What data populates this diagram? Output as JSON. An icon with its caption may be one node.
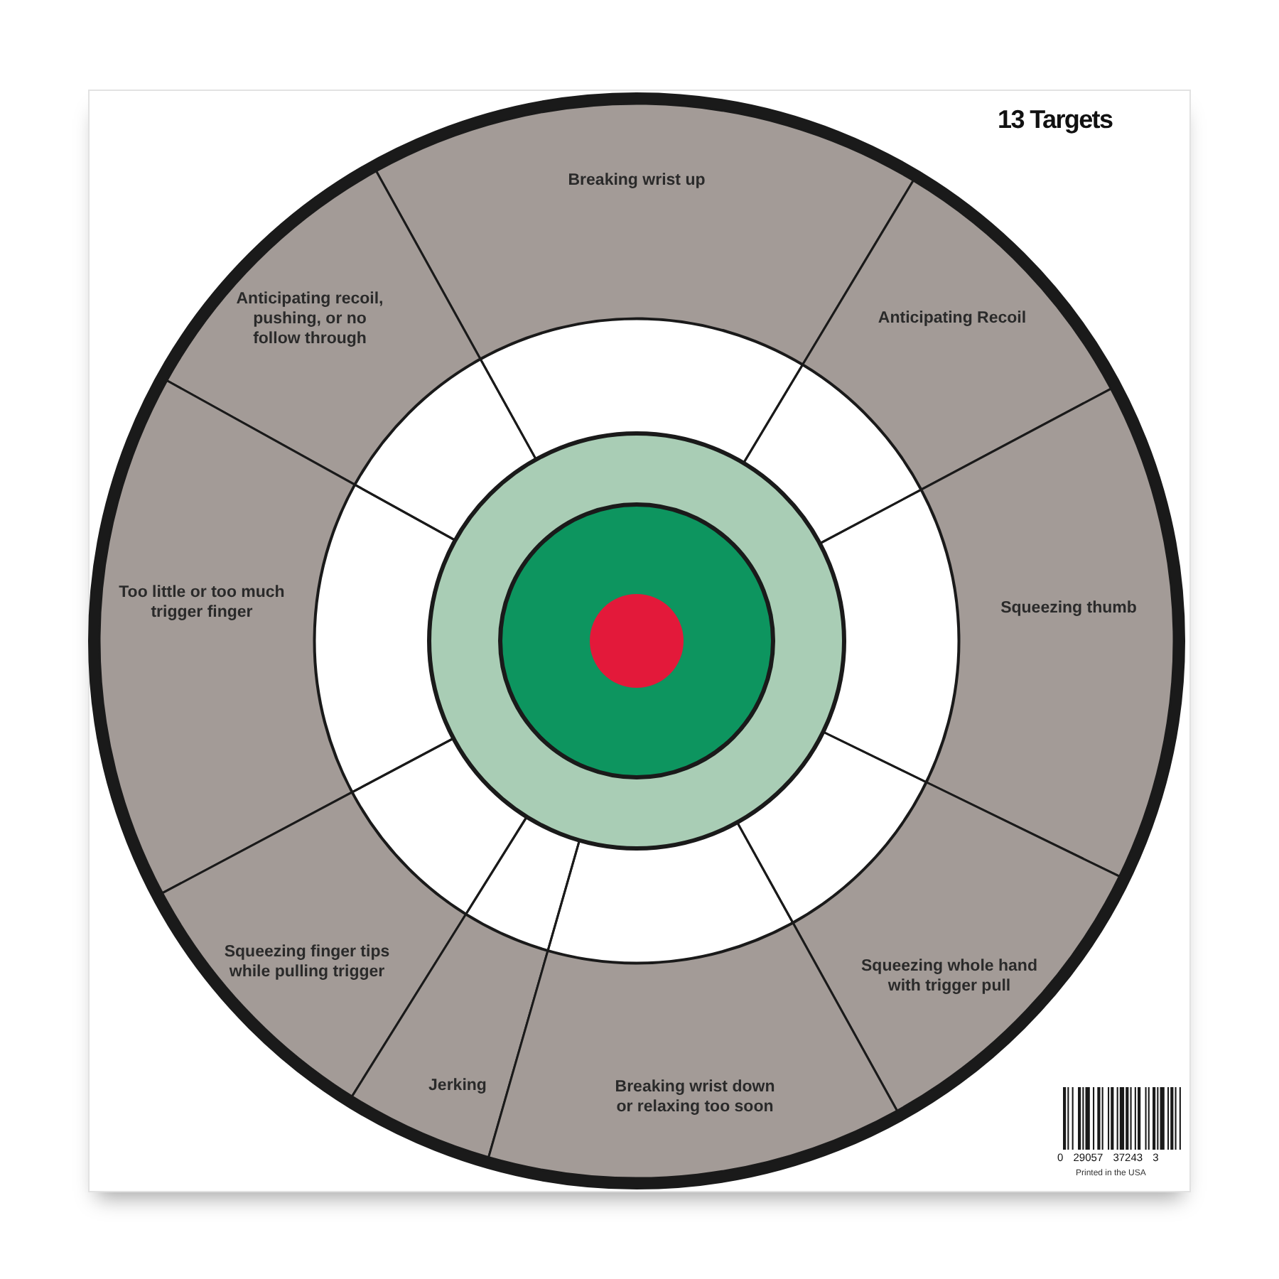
{
  "diagram": {
    "nodes": [
      {
        "text": [
          "Breaking wrist up"
        ]
      },
      {
        "text": [
          "Anticipating recoil, pushing, or no follow through"
        ]
      },
      {
        "text": [
          "Anticipating Recoil"
        ]
      },
      {
        "text": [
          "Too little or too much trigger finger"
        ]
      },
      {
        "text": [
          "Squeezing thumb"
        ]
      },
      {
        "text": [
          "Squeezing finger tips while pulling trigger"
        ]
      },
      {
        "text": [
          "Squeezing whole hand with trigger pull"
        ]
      },
      {
        "text": [
          "Jerking"
        ]
      },
      {
        "text": [
          "Breaking wrist down or relaxing too soon"
        ]
      }
    ],
    "labels": [
      "13 Targets",
      "0 29057 37243 3",
      "Printed in the USA"
    ]
  }
}
